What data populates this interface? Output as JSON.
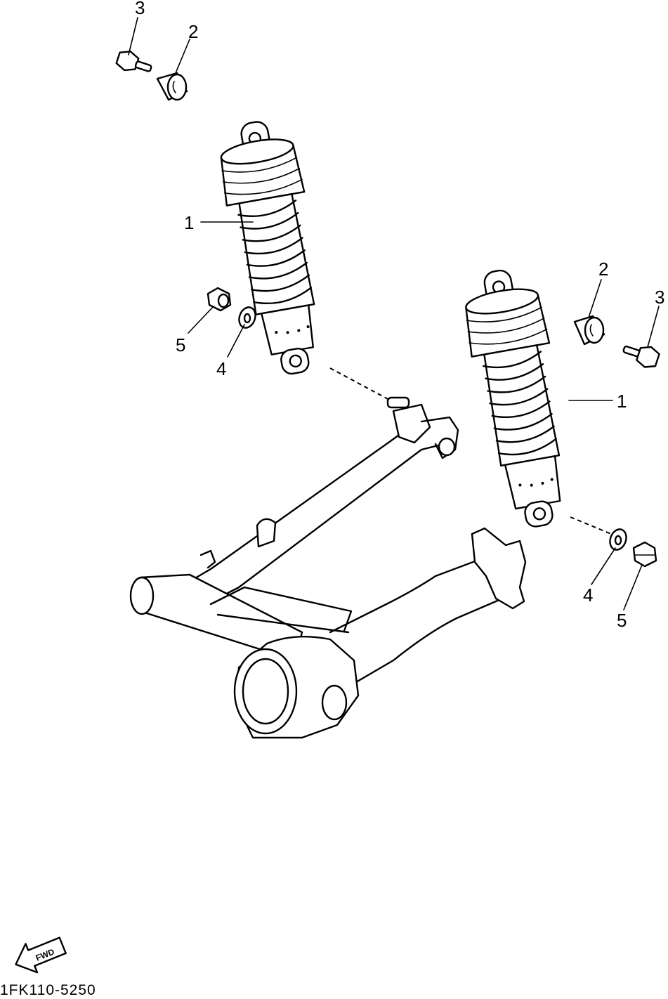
{
  "callouts": {
    "left_bolt": "3",
    "left_bushing": "2",
    "left_shock": "1",
    "left_nut": "5",
    "left_washer": "4",
    "right_bushing": "2",
    "right_bolt": "3",
    "right_shock": "1",
    "right_washer": "4",
    "right_nut": "5"
  },
  "fwd_label": "FWD",
  "diagram_code": "1FK110-5250"
}
